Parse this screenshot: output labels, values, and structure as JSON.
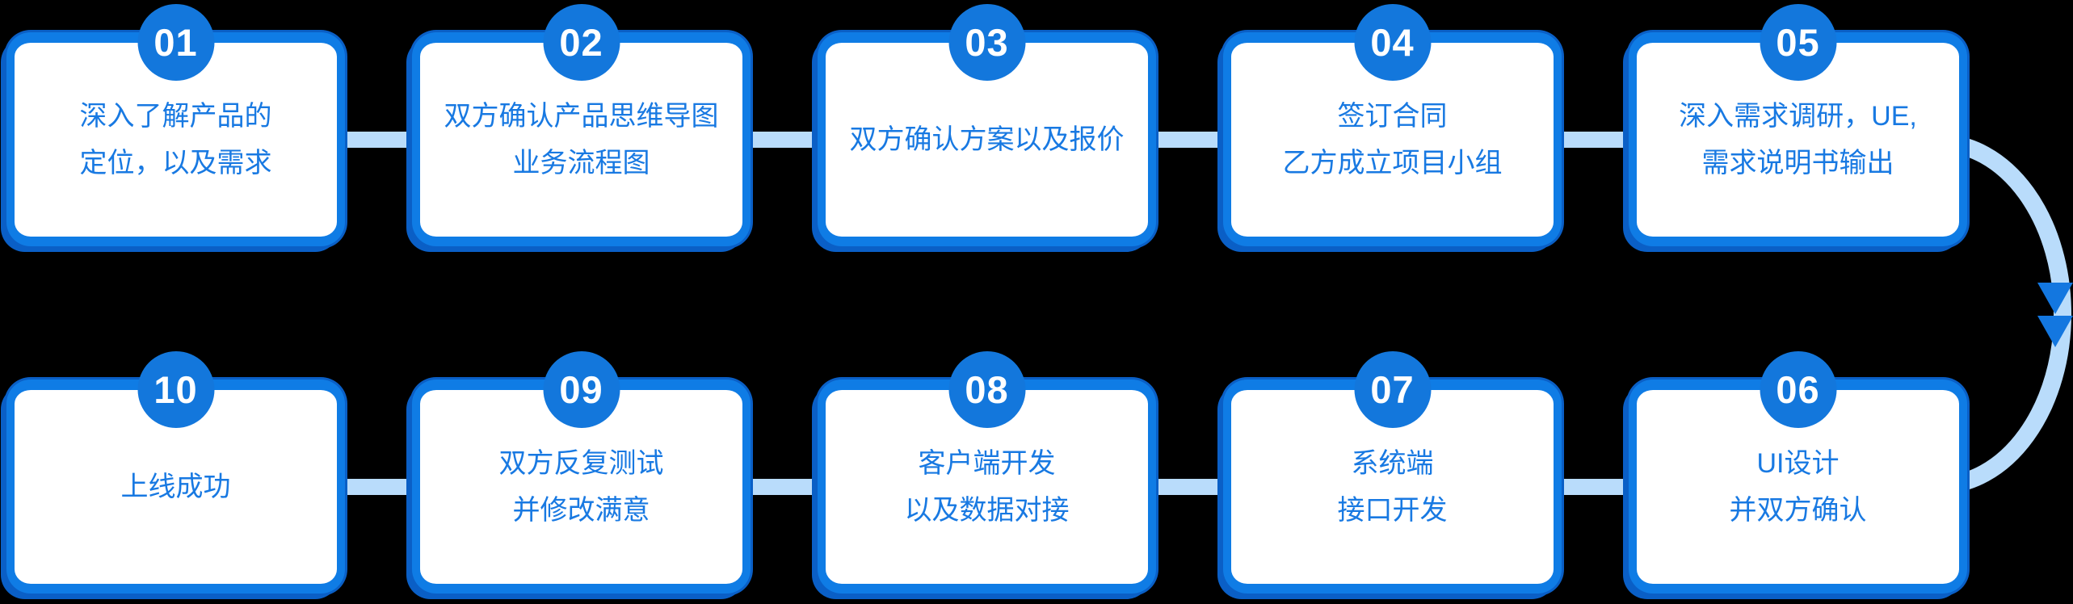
{
  "colors": {
    "bg": "#000000",
    "card_bg": "#ffffff",
    "border": "#0f7ce5",
    "border_dark": "#0a5fc6",
    "badge": "#1377dc",
    "badge_text": "#ffffff",
    "text": "#1879e2",
    "connector": "#b9dcfb",
    "arrow": "#1377e0"
  },
  "steps": [
    {
      "number": "01",
      "line1": "深入了解产品的",
      "line2": "定位，以及需求"
    },
    {
      "number": "02",
      "line1": "双方确认产品思维导图",
      "line2": "业务流程图"
    },
    {
      "number": "03",
      "line1": "双方确认方案以及报价",
      "line2": ""
    },
    {
      "number": "04",
      "line1": "签订合同",
      "line2": "乙方成立项目小组"
    },
    {
      "number": "05",
      "line1": "深入需求调研，UE,",
      "line2": "需求说明书输出"
    },
    {
      "number": "06",
      "line1": "UI设计",
      "line2": "并双方确认"
    },
    {
      "number": "07",
      "line1": "系统端",
      "line2": "接口开发"
    },
    {
      "number": "08",
      "line1": "客户端开发",
      "line2": "以及数据对接"
    },
    {
      "number": "09",
      "line1": "双方反复测试",
      "line2": "并修改满意"
    },
    {
      "number": "10",
      "line1": "上线成功",
      "line2": ""
    }
  ]
}
